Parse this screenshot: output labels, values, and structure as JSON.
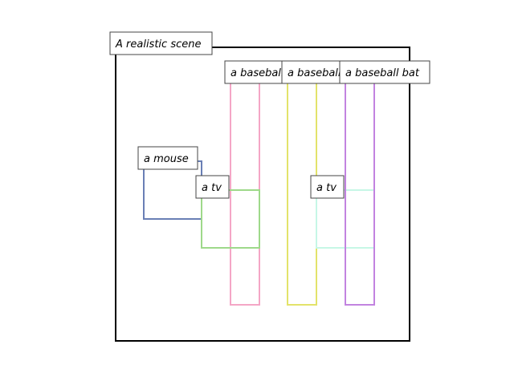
{
  "scene": {
    "title": "A realistic scene",
    "frame_color": "#000000"
  },
  "boxes": [
    {
      "name": "bat-box-1",
      "label": "a baseball bat",
      "color": "#f4a6c6",
      "z": "back"
    },
    {
      "name": "bat-box-2",
      "label": "a baseball bat",
      "color": "#e3e36a",
      "z": "back"
    },
    {
      "name": "bat-box-3",
      "label": "a baseball bat",
      "color": "#c283e0",
      "z": "front"
    },
    {
      "name": "mouse-box",
      "label": "a mouse",
      "color": "#6a7fb5",
      "z": "back"
    },
    {
      "name": "tv-box-1",
      "label": "a tv",
      "color": "#9ed98a",
      "z": "front"
    },
    {
      "name": "tv-box-2",
      "label": "a tv",
      "color": "#c6f7e6",
      "z": "back"
    }
  ]
}
